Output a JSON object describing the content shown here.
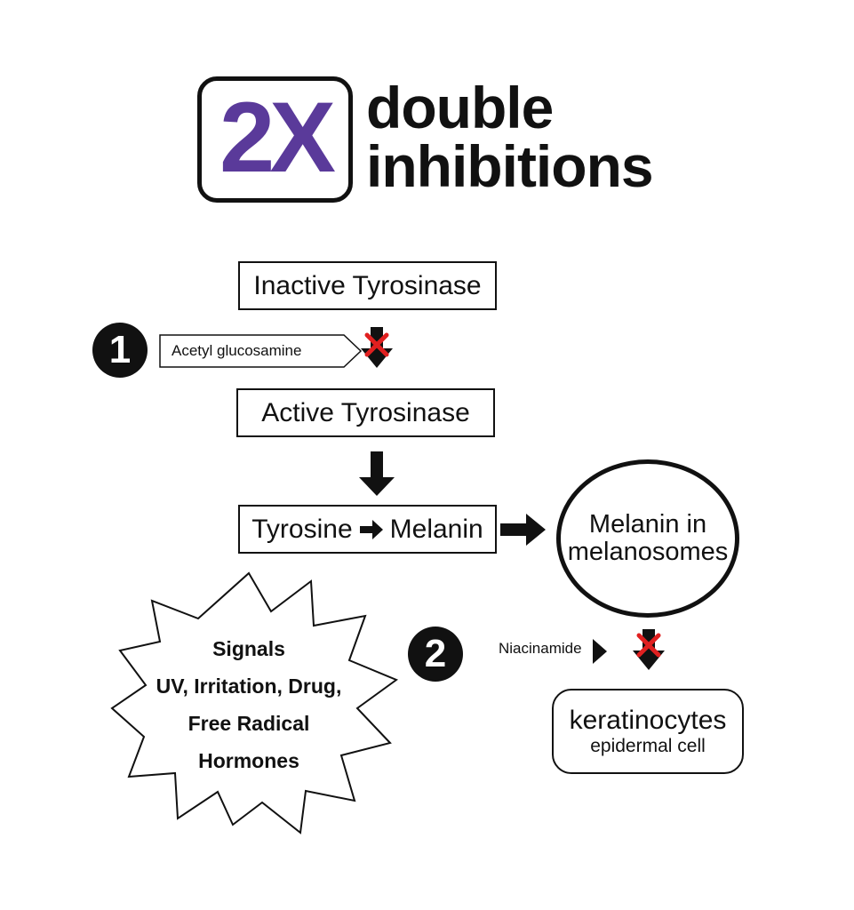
{
  "header": {
    "badge": "2X",
    "title_line1": "double",
    "title_line2": "inhibitions"
  },
  "flow": {
    "inactive": "Inactive Tyrosinase",
    "active": "Active Tyrosinase",
    "tyrosine": "Tyrosine",
    "melanin": "Melanin"
  },
  "step1": {
    "number": "1",
    "label": "Acetyl glucosamine"
  },
  "step2": {
    "number": "2",
    "label": "Niacinamide"
  },
  "melanosome": {
    "line1": "Melanin in",
    "line2": "melanosomes"
  },
  "keratinocytes": {
    "title": "keratinocytes",
    "subtitle": "epidermal cell"
  },
  "signals": {
    "line1": "Signals",
    "line2": "UV, Irritation, Drug,",
    "line3": "Free Radical",
    "line4": "Hormones"
  },
  "colors": {
    "accent": "#5a3a9a",
    "block": "#e02020",
    "ink": "#111111"
  }
}
